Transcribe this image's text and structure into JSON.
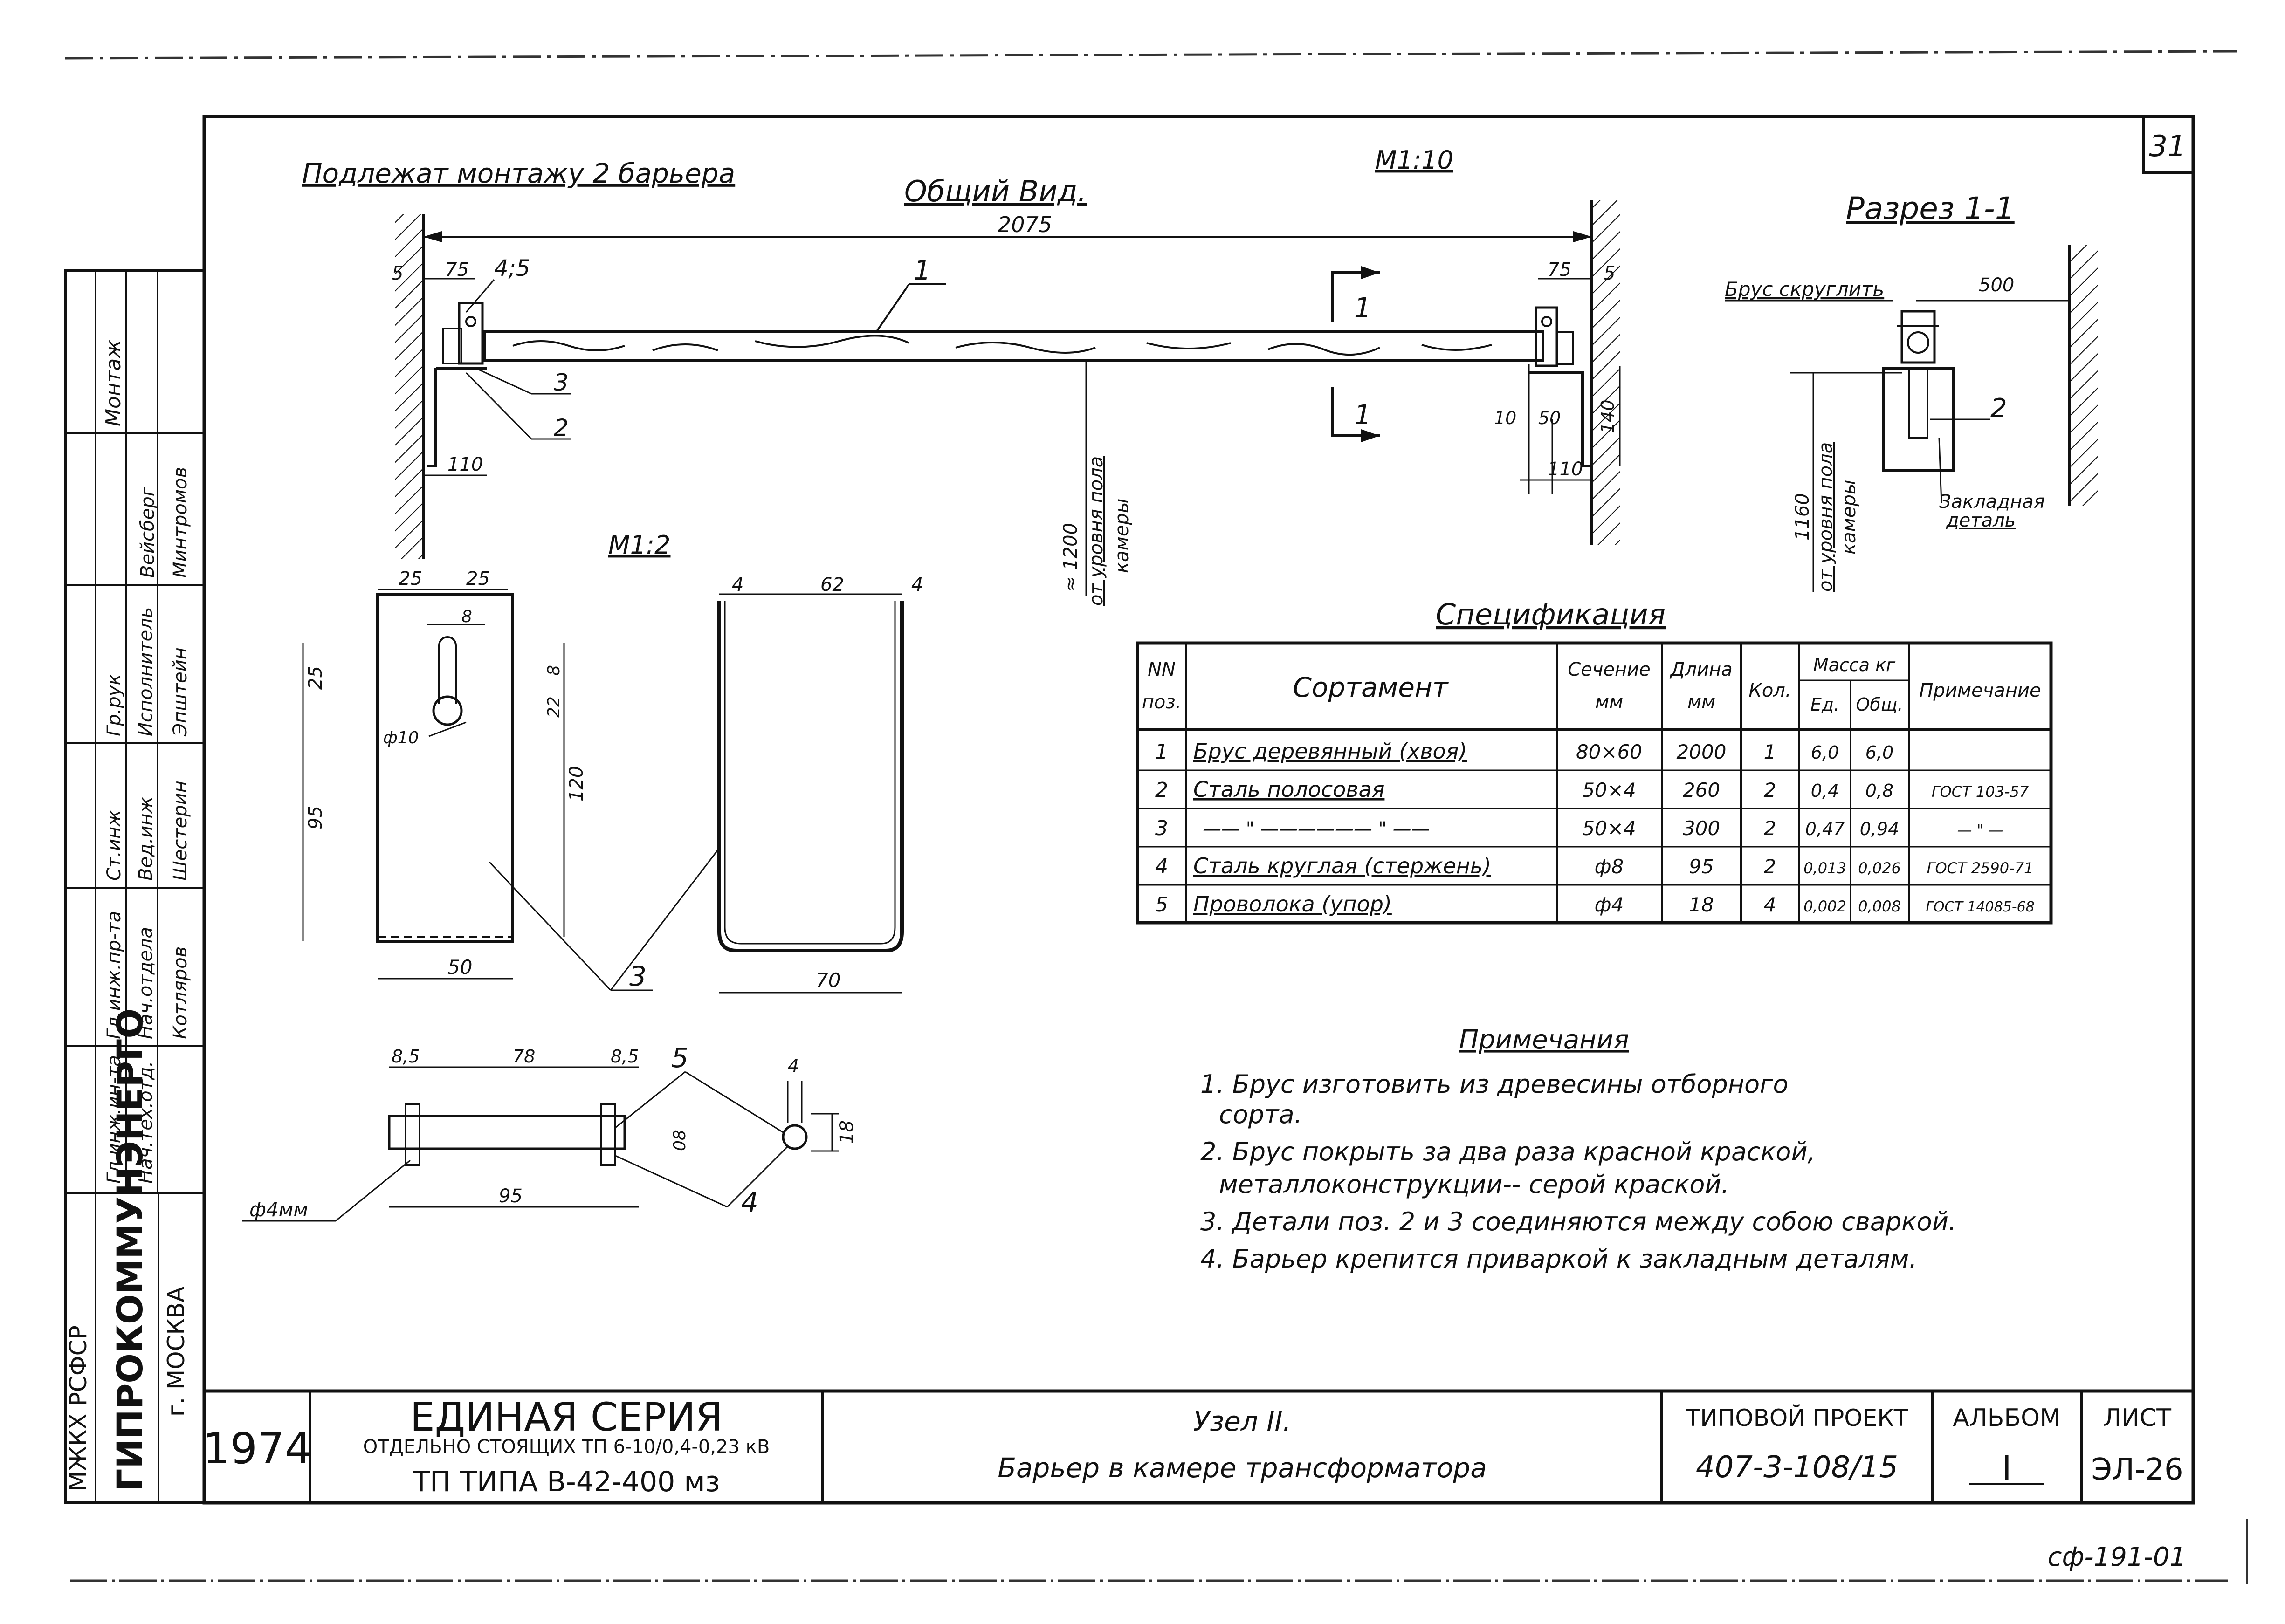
{
  "sheet_number": "31",
  "drawing_code": "сф-191-01",
  "header": {
    "install_note": "Подлежат монтажу 2 барьера",
    "general_view": "Общий Вид.",
    "scale_main": "М1:10",
    "section_title": "Разрез 1-1",
    "scale_detail": "М1:2",
    "bar_round_note": "Брус скруглить",
    "embedded_part": [
      "Закладная",
      "деталь"
    ],
    "section_mark": "1"
  },
  "dims": {
    "d2075": "2075",
    "d75": "75",
    "d5": "5",
    "d45": "4;5",
    "d110": "110",
    "d10": "10",
    "d50": "50",
    "d140": "140",
    "d500": "500",
    "h1200": [
      "≈ 1200",
      "от уровня пола",
      "камеры"
    ],
    "h1160": [
      "1160",
      "от уровня пола",
      "камеры"
    ],
    "d25": "25",
    "d8": "8",
    "d22": "22",
    "d95": "95",
    "d120": "120",
    "phi10": "ф10",
    "d4": "4",
    "d62": "62",
    "d70": "70",
    "d85": "8,5",
    "d78": "78",
    "d18": "18",
    "phi4mm": "ф4мм",
    "d08": "08"
  },
  "positions": {
    "p1": "1",
    "p2": "2",
    "p3": "3",
    "p4": "4",
    "p5": "5"
  },
  "spec": {
    "title": "Спецификация",
    "headers": {
      "nn": [
        "NN",
        "поз."
      ],
      "name": "Сортамент",
      "section": [
        "Сечение",
        "мм"
      ],
      "length": [
        "Длина",
        "мм"
      ],
      "qty": "Кол.",
      "mass": "Масса кг",
      "unit": "Ед.",
      "total": "Общ.",
      "note": "Примечание"
    },
    "rows": [
      {
        "pos": "1",
        "name": "Брус деревянный (хвоя)",
        "section": "80×60",
        "length": "2000",
        "qty": "1",
        "unit": "6,0",
        "total": "6,0",
        "note": ""
      },
      {
        "pos": "2",
        "name": "Сталь полосовая",
        "section": "50×4",
        "length": "260",
        "qty": "2",
        "unit": "0,4",
        "total": "0,8",
        "note": "ГОСТ 103-57"
      },
      {
        "pos": "3",
        "name": "—— \" —————— \" ——",
        "section": "50×4",
        "length": "300",
        "qty": "2",
        "unit": "0,47",
        "total": "0,94",
        "note": "— \" —"
      },
      {
        "pos": "4",
        "name": "Сталь круглая (стержень)",
        "section": "ф8",
        "length": "95",
        "qty": "2",
        "unit": "0,013",
        "total": "0,026",
        "note": "ГОСТ 2590-71"
      },
      {
        "pos": "5",
        "name": "Проволока (упор)",
        "section": "ф4",
        "length": "18",
        "qty": "4",
        "unit": "0,002",
        "total": "0,008",
        "note": "ГОСТ 14085-68"
      }
    ]
  },
  "notes": {
    "title": "Примечания",
    "lines": [
      "1. Брус изготовить из древесины отборного",
      "сорта.",
      "2. Брус покрыть за два раза красной краской,",
      "металлоконструкции-- серой краской.",
      "3. Детали поз. 2 и 3 соединяются между собою сваркой.",
      "4. Барьер крепится приваркой к закладным деталям."
    ]
  },
  "titleblock": {
    "year": "1974",
    "series": "ЕДИНАЯ СЕРИЯ",
    "series_sub": "ОТДЕЛЬНО СТОЯЩИХ ТП 6-10/0,4-0,23 кВ",
    "tp_type": "ТП ТИПА В-42-400 мз",
    "node": "Узел II.",
    "node_desc": "Барьер в камере трансформатора",
    "project_label": "ТИПОВОЙ ПРОЕКТ",
    "project_value": "407-3-108/15",
    "album_label": "АЛЬБОМ",
    "album_value": "I",
    "sheet_label": "ЛИСТ",
    "sheet_value": "ЭЛ-26"
  },
  "side_stamp": {
    "org1": "МЖКХ РСФСР",
    "org2": "ГИПРОКОММУНЭНЕРГО",
    "city": "г. МОСКВА",
    "roles": [
      "Гл.инж.ин-та",
      "Нач.тех.отд.",
      "Гл.инж.пр-та",
      "Нач.отдела",
      "Ст.инж",
      "Вед.инж",
      "Гр.рук",
      "Исполнитель"
    ],
    "names": [
      "Котляров",
      "Шестерин",
      "Вейсберг",
      "Эпштейн",
      "Минтромов"
    ],
    "side_note": "Монтаж"
  }
}
